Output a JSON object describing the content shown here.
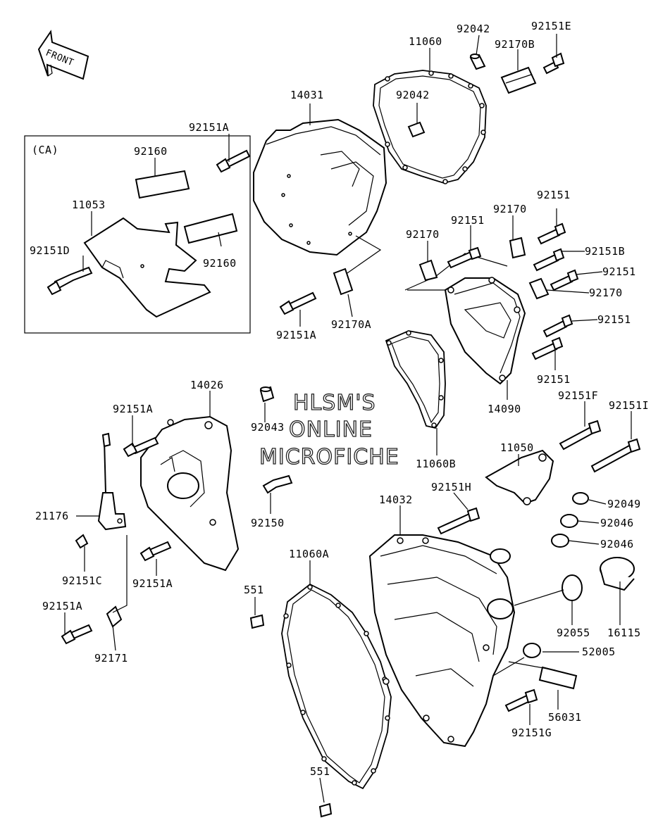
{
  "front_label": "FRONT",
  "ca_box_label": "(CA)",
  "watermark": [
    "HLSM'S",
    "ONLINE",
    "MICROFICHE"
  ],
  "callouts": [
    {
      "id": "c-92042-top",
      "text": "92042"
    },
    {
      "id": "c-92151E",
      "text": "92151E"
    },
    {
      "id": "c-11060",
      "text": "11060"
    },
    {
      "id": "c-92170B",
      "text": "92170B"
    },
    {
      "id": "c-92042-mid",
      "text": "92042"
    },
    {
      "id": "c-14031",
      "text": "14031"
    },
    {
      "id": "c-92151A-1",
      "text": "92151A"
    },
    {
      "id": "c-92160-1",
      "text": "92160"
    },
    {
      "id": "c-11053",
      "text": "11053"
    },
    {
      "id": "c-92160-2",
      "text": "92160"
    },
    {
      "id": "c-92151D",
      "text": "92151D"
    },
    {
      "id": "c-92151-a",
      "text": "92151"
    },
    {
      "id": "c-92170-a",
      "text": "92170"
    },
    {
      "id": "c-92151-b",
      "text": "92151"
    },
    {
      "id": "c-92170-b",
      "text": "92170"
    },
    {
      "id": "c-92151B",
      "text": "92151B"
    },
    {
      "id": "c-92151-c",
      "text": "92151"
    },
    {
      "id": "c-92170-c",
      "text": "92170"
    },
    {
      "id": "c-92151-d",
      "text": "92151"
    },
    {
      "id": "c-92151-e",
      "text": "92151"
    },
    {
      "id": "c-14090",
      "text": "14090"
    },
    {
      "id": "c-92151A-2",
      "text": "92151A"
    },
    {
      "id": "c-92170A",
      "text": "92170A"
    },
    {
      "id": "c-14026",
      "text": "14026"
    },
    {
      "id": "c-92151A-3",
      "text": "92151A"
    },
    {
      "id": "c-92043",
      "text": "92043"
    },
    {
      "id": "c-92151F",
      "text": "92151F"
    },
    {
      "id": "c-92151I",
      "text": "92151I"
    },
    {
      "id": "c-11050",
      "text": "11050"
    },
    {
      "id": "c-11060B",
      "text": "11060B"
    },
    {
      "id": "c-21176",
      "text": "21176"
    },
    {
      "id": "c-92150",
      "text": "92150"
    },
    {
      "id": "c-92151H",
      "text": "92151H"
    },
    {
      "id": "c-14032",
      "text": "14032"
    },
    {
      "id": "c-92049",
      "text": "92049"
    },
    {
      "id": "c-92046-a",
      "text": "92046"
    },
    {
      "id": "c-92046-b",
      "text": "92046"
    },
    {
      "id": "c-11060A",
      "text": "11060A"
    },
    {
      "id": "c-92151C",
      "text": "92151C"
    },
    {
      "id": "c-92151A-4",
      "text": "92151A"
    },
    {
      "id": "c-551-a",
      "text": "551"
    },
    {
      "id": "c-92151A-5",
      "text": "92151A"
    },
    {
      "id": "c-92055",
      "text": "92055"
    },
    {
      "id": "c-16115",
      "text": "16115"
    },
    {
      "id": "c-52005",
      "text": "52005"
    },
    {
      "id": "c-92171",
      "text": "92171"
    },
    {
      "id": "c-56031",
      "text": "56031"
    },
    {
      "id": "c-92151G",
      "text": "92151G"
    },
    {
      "id": "c-551-b",
      "text": "551"
    }
  ]
}
